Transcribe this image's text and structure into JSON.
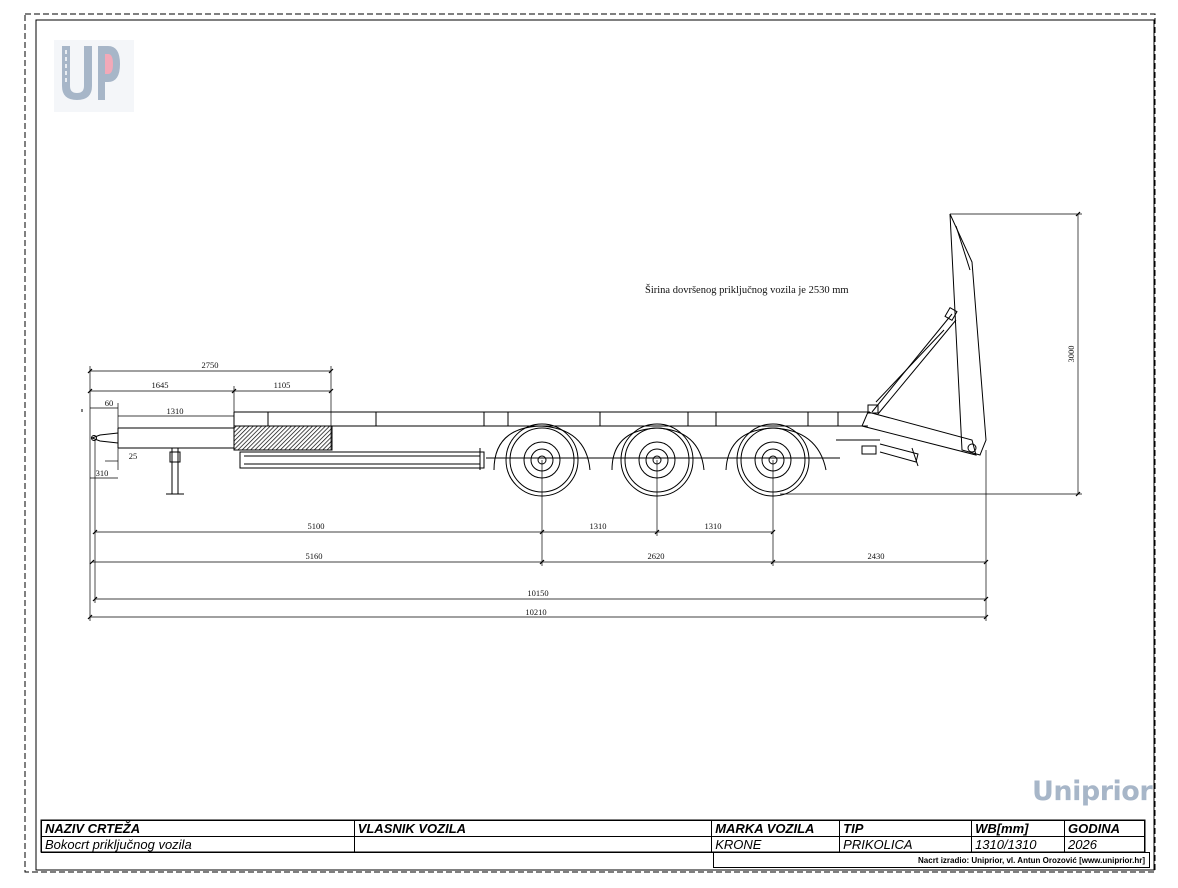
{
  "drawing": {
    "note": "Širina dovršenog priključnog vozila je 2530 mm",
    "brand": "Uniprior",
    "dimensions": {
      "d2750": "2750",
      "d1645": "1645",
      "d1105": "1105",
      "d60": "60",
      "d1310a": "1310",
      "d25": "25",
      "d310": "310",
      "d5100": "5100",
      "d1310b": "1310",
      "d1310c": "1310",
      "d5160": "5160",
      "d2620": "2620",
      "d2430": "2430",
      "d10150": "10150",
      "d10210": "10210",
      "d3000": "3000"
    }
  },
  "title_block": {
    "h_naziv": "NAZIV CRTEŽA",
    "h_vlasnik": "VLASNIK VOZILA",
    "h_marka": "MARKA  VOZILA",
    "h_tip": "TIP",
    "h_wb": "WB[mm]",
    "h_godina": "GODINA",
    "v_naziv": "Bokocrt priključnog vozila",
    "v_vlasnik": "",
    "v_marka": "KRONE",
    "v_tip": "PRIKOLICA",
    "v_wb": "1310/1310",
    "v_godina": "2026",
    "credit": "Nacrt izradio: Uniprior, vl. Antun Orozović  [www.uniprior.hr]"
  },
  "colors": {
    "line": "#000000",
    "logo_blue": "#a7b6c8",
    "logo_pink": "#f2a9b8"
  }
}
